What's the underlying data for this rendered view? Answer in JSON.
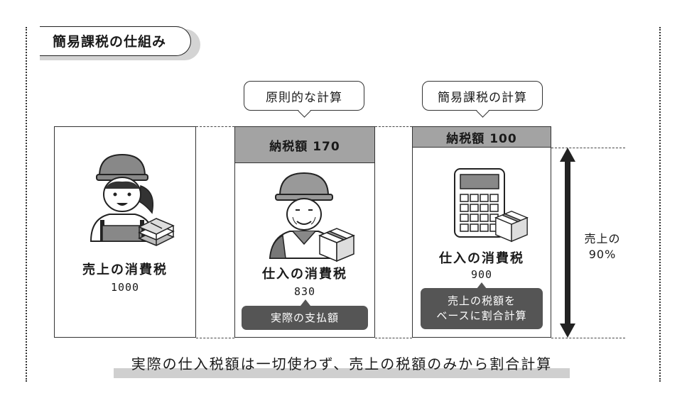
{
  "title": "簡易課税の仕組み",
  "columns": [
    {
      "label": "売上の消費税",
      "amount": "1000"
    },
    {
      "bubble": "原則的な計算",
      "tax_head": "納税額 170",
      "label": "仕入の消費税",
      "amount": "830",
      "note": "実際の支払額"
    },
    {
      "bubble": "簡易課税の計算",
      "tax_head": "納税額 100",
      "label": "仕入の消費税",
      "amount": "900",
      "note": "売上の税額を\nベースに割合計算"
    }
  ],
  "side_label": "売上の\n90%",
  "footer": "実際の仕入税額は一切使わず、売上の税額のみから割合計算",
  "icons": [
    "woman-cashier-icon",
    "man-worker-icon",
    "calculator-icon",
    "cash-bundle-icon",
    "package-box-icon",
    "double-arrow-icon"
  ],
  "colors": {
    "header_fill": "#a3a3a3",
    "note_fill": "#555555",
    "title_tab": "#d4d4d4",
    "footer_bar": "#cfcfcf"
  }
}
